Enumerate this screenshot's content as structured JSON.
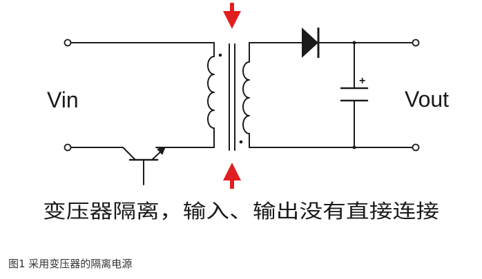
{
  "labels": {
    "vin": "Vin",
    "vout": "Vout",
    "plus": "+",
    "note": "变压器隔离，输入、输出没有直接连接"
  },
  "caption": "图1 采用变压器的隔离电源",
  "colors": {
    "wire": "#1a1a1a",
    "arrow": "#e02020",
    "terminal_fill": "#ffffff"
  }
}
